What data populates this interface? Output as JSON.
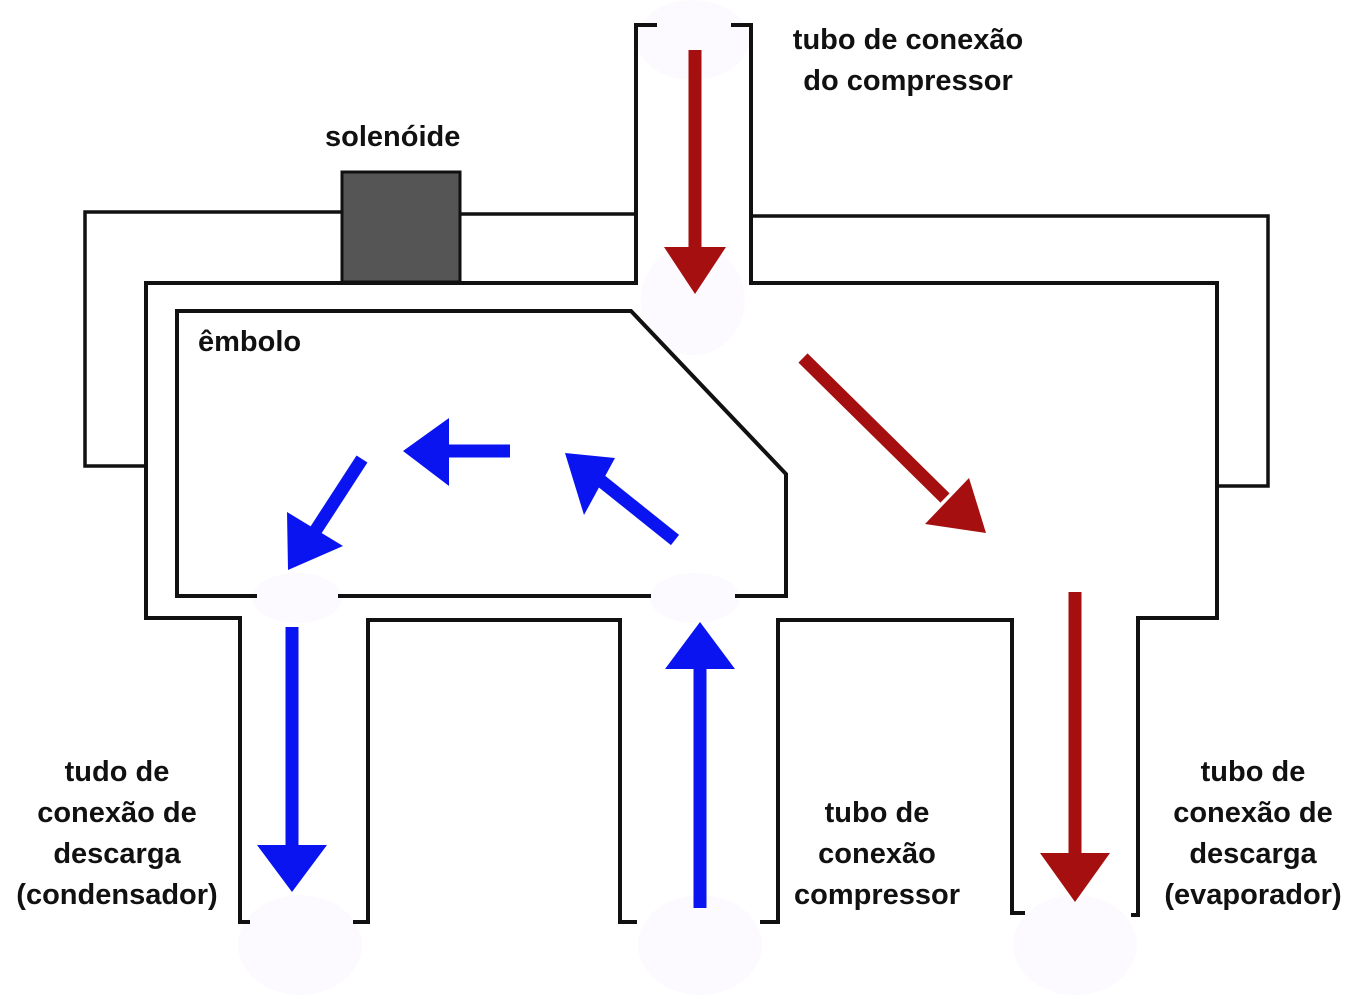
{
  "colors": {
    "line": "#111111",
    "solenoid_fill": "#555555",
    "flow_hot": "#a50f0f",
    "flow_cold": "#0a14f0",
    "port_glow": "#fcfaff"
  },
  "labels": {
    "solenoid": "solenóide",
    "plunger": "êmbolo",
    "compressor_inlet": [
      "tubo de conexão",
      "do compressor"
    ],
    "condenser_outlet": [
      "tudo de",
      "conexão de",
      "descarga",
      "(condensador)"
    ],
    "compressor_outlet": [
      "tubo de",
      "conexão",
      "compressor"
    ],
    "evaporator_outlet": [
      "tubo de",
      "conexão de",
      "descarga",
      "(evaporador)"
    ]
  },
  "flow_arrows": [
    {
      "name": "inlet-down-arrow",
      "stream": "hot"
    },
    {
      "name": "diagonal-to-evaporator-arrow",
      "stream": "hot"
    },
    {
      "name": "evaporator-down-arrow",
      "stream": "hot"
    },
    {
      "name": "compressor-up-arrow",
      "stream": "cold"
    },
    {
      "name": "plunger-up-left-arrow",
      "stream": "cold"
    },
    {
      "name": "plunger-left-arrow",
      "stream": "cold"
    },
    {
      "name": "plunger-down-left-arrow",
      "stream": "cold"
    },
    {
      "name": "condenser-down-arrow",
      "stream": "cold"
    }
  ]
}
